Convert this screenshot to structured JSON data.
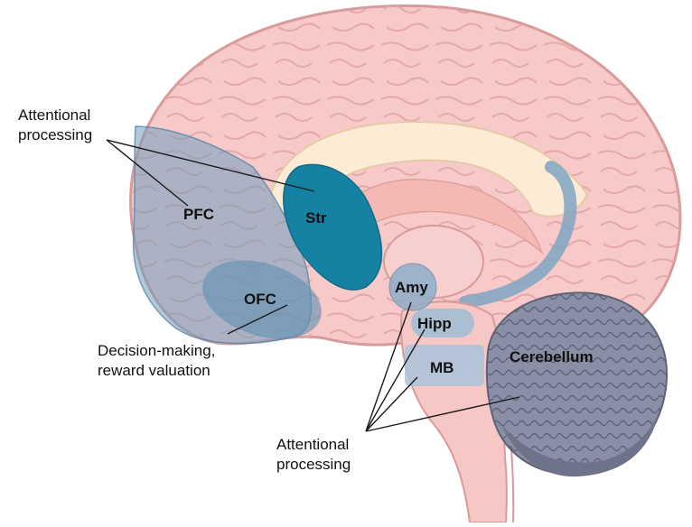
{
  "colors": {
    "cortex": "#f7c9c9",
    "cortex_stroke": "#d99a9a",
    "white_matter": "#fde9d4",
    "corpus_callosum": "#fbeedd",
    "cerebellum": "#8a8fa6",
    "cerebellum_dark": "#6f7389",
    "brainstem": "#f6c7c4",
    "highlight": "#6f9fbe",
    "striatum": "#1581a3",
    "leader_line": "#1a1a1a"
  },
  "regions": {
    "pfc": "PFC",
    "str": "Str",
    "ofc": "OFC",
    "amy": "Amy",
    "hipp": "Hipp",
    "mb": "MB",
    "cerebellum": "Cerebellum"
  },
  "annotations": {
    "top_left": [
      "Attentional",
      "processing"
    ],
    "left": [
      "Decision-making,",
      "reward valuation"
    ],
    "bottom": [
      "Attentional",
      "processing"
    ]
  }
}
